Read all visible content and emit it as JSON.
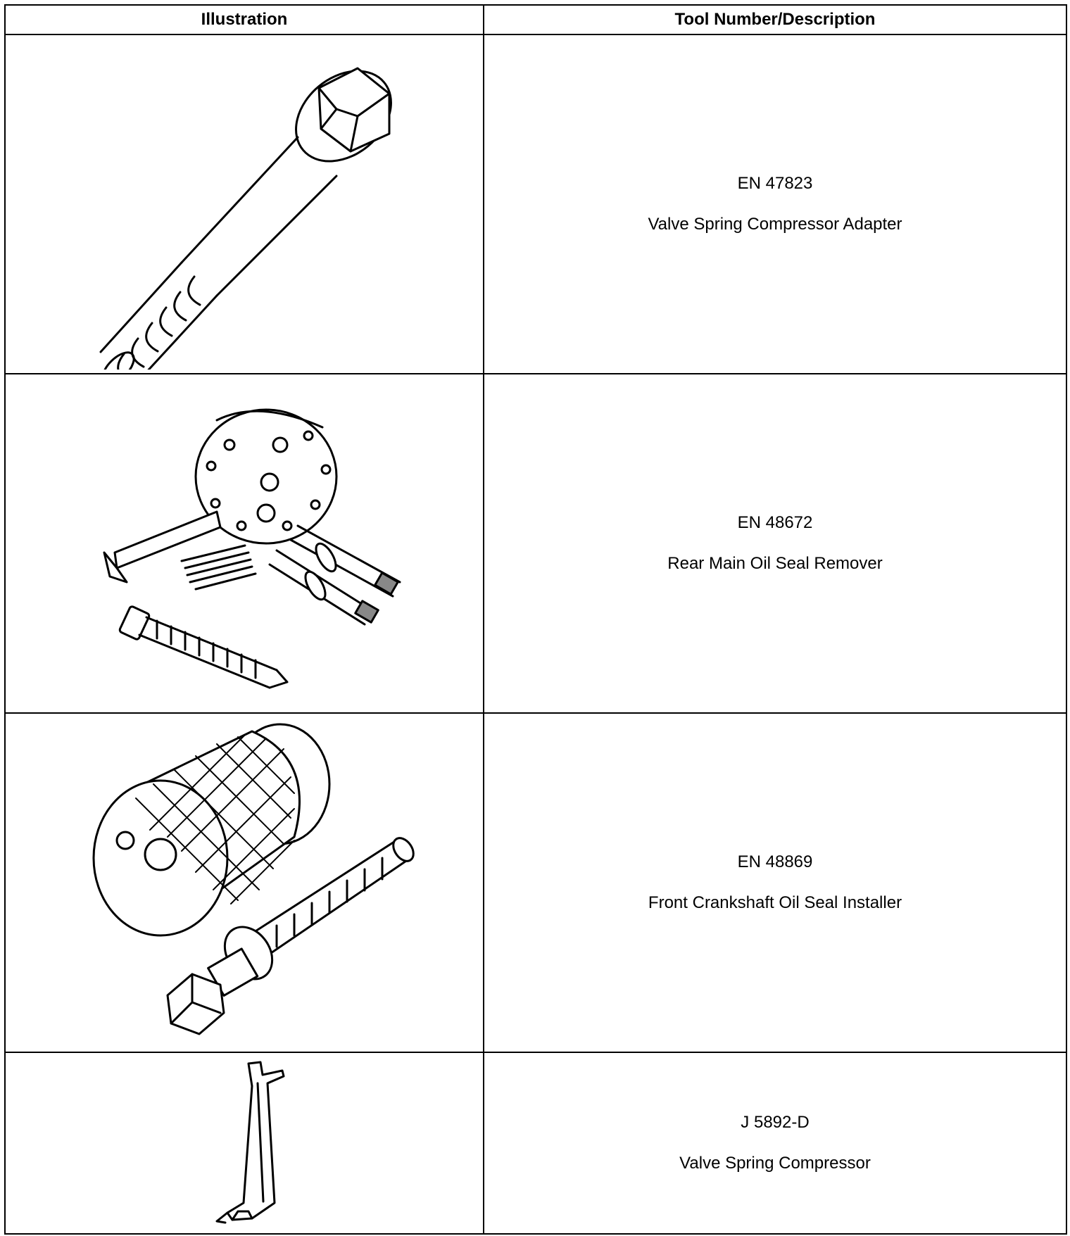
{
  "headers": {
    "illustration": "Illustration",
    "tool_desc": "Tool Number/Description"
  },
  "tools": [
    {
      "number": "EN 47823",
      "description": "Valve Spring Compressor Adapter",
      "icon": "bolt-icon"
    },
    {
      "number": "EN 48672",
      "description": "Rear Main Oil Seal Remover",
      "icon": "seal-remover-kit-icon"
    },
    {
      "number": "EN 48869",
      "description": "Front Crankshaft Oil Seal Installer",
      "icon": "seal-installer-icon"
    },
    {
      "number": "J 5892-D",
      "description": "Valve Spring Compressor",
      "icon": "spring-compressor-bar-icon"
    }
  ]
}
